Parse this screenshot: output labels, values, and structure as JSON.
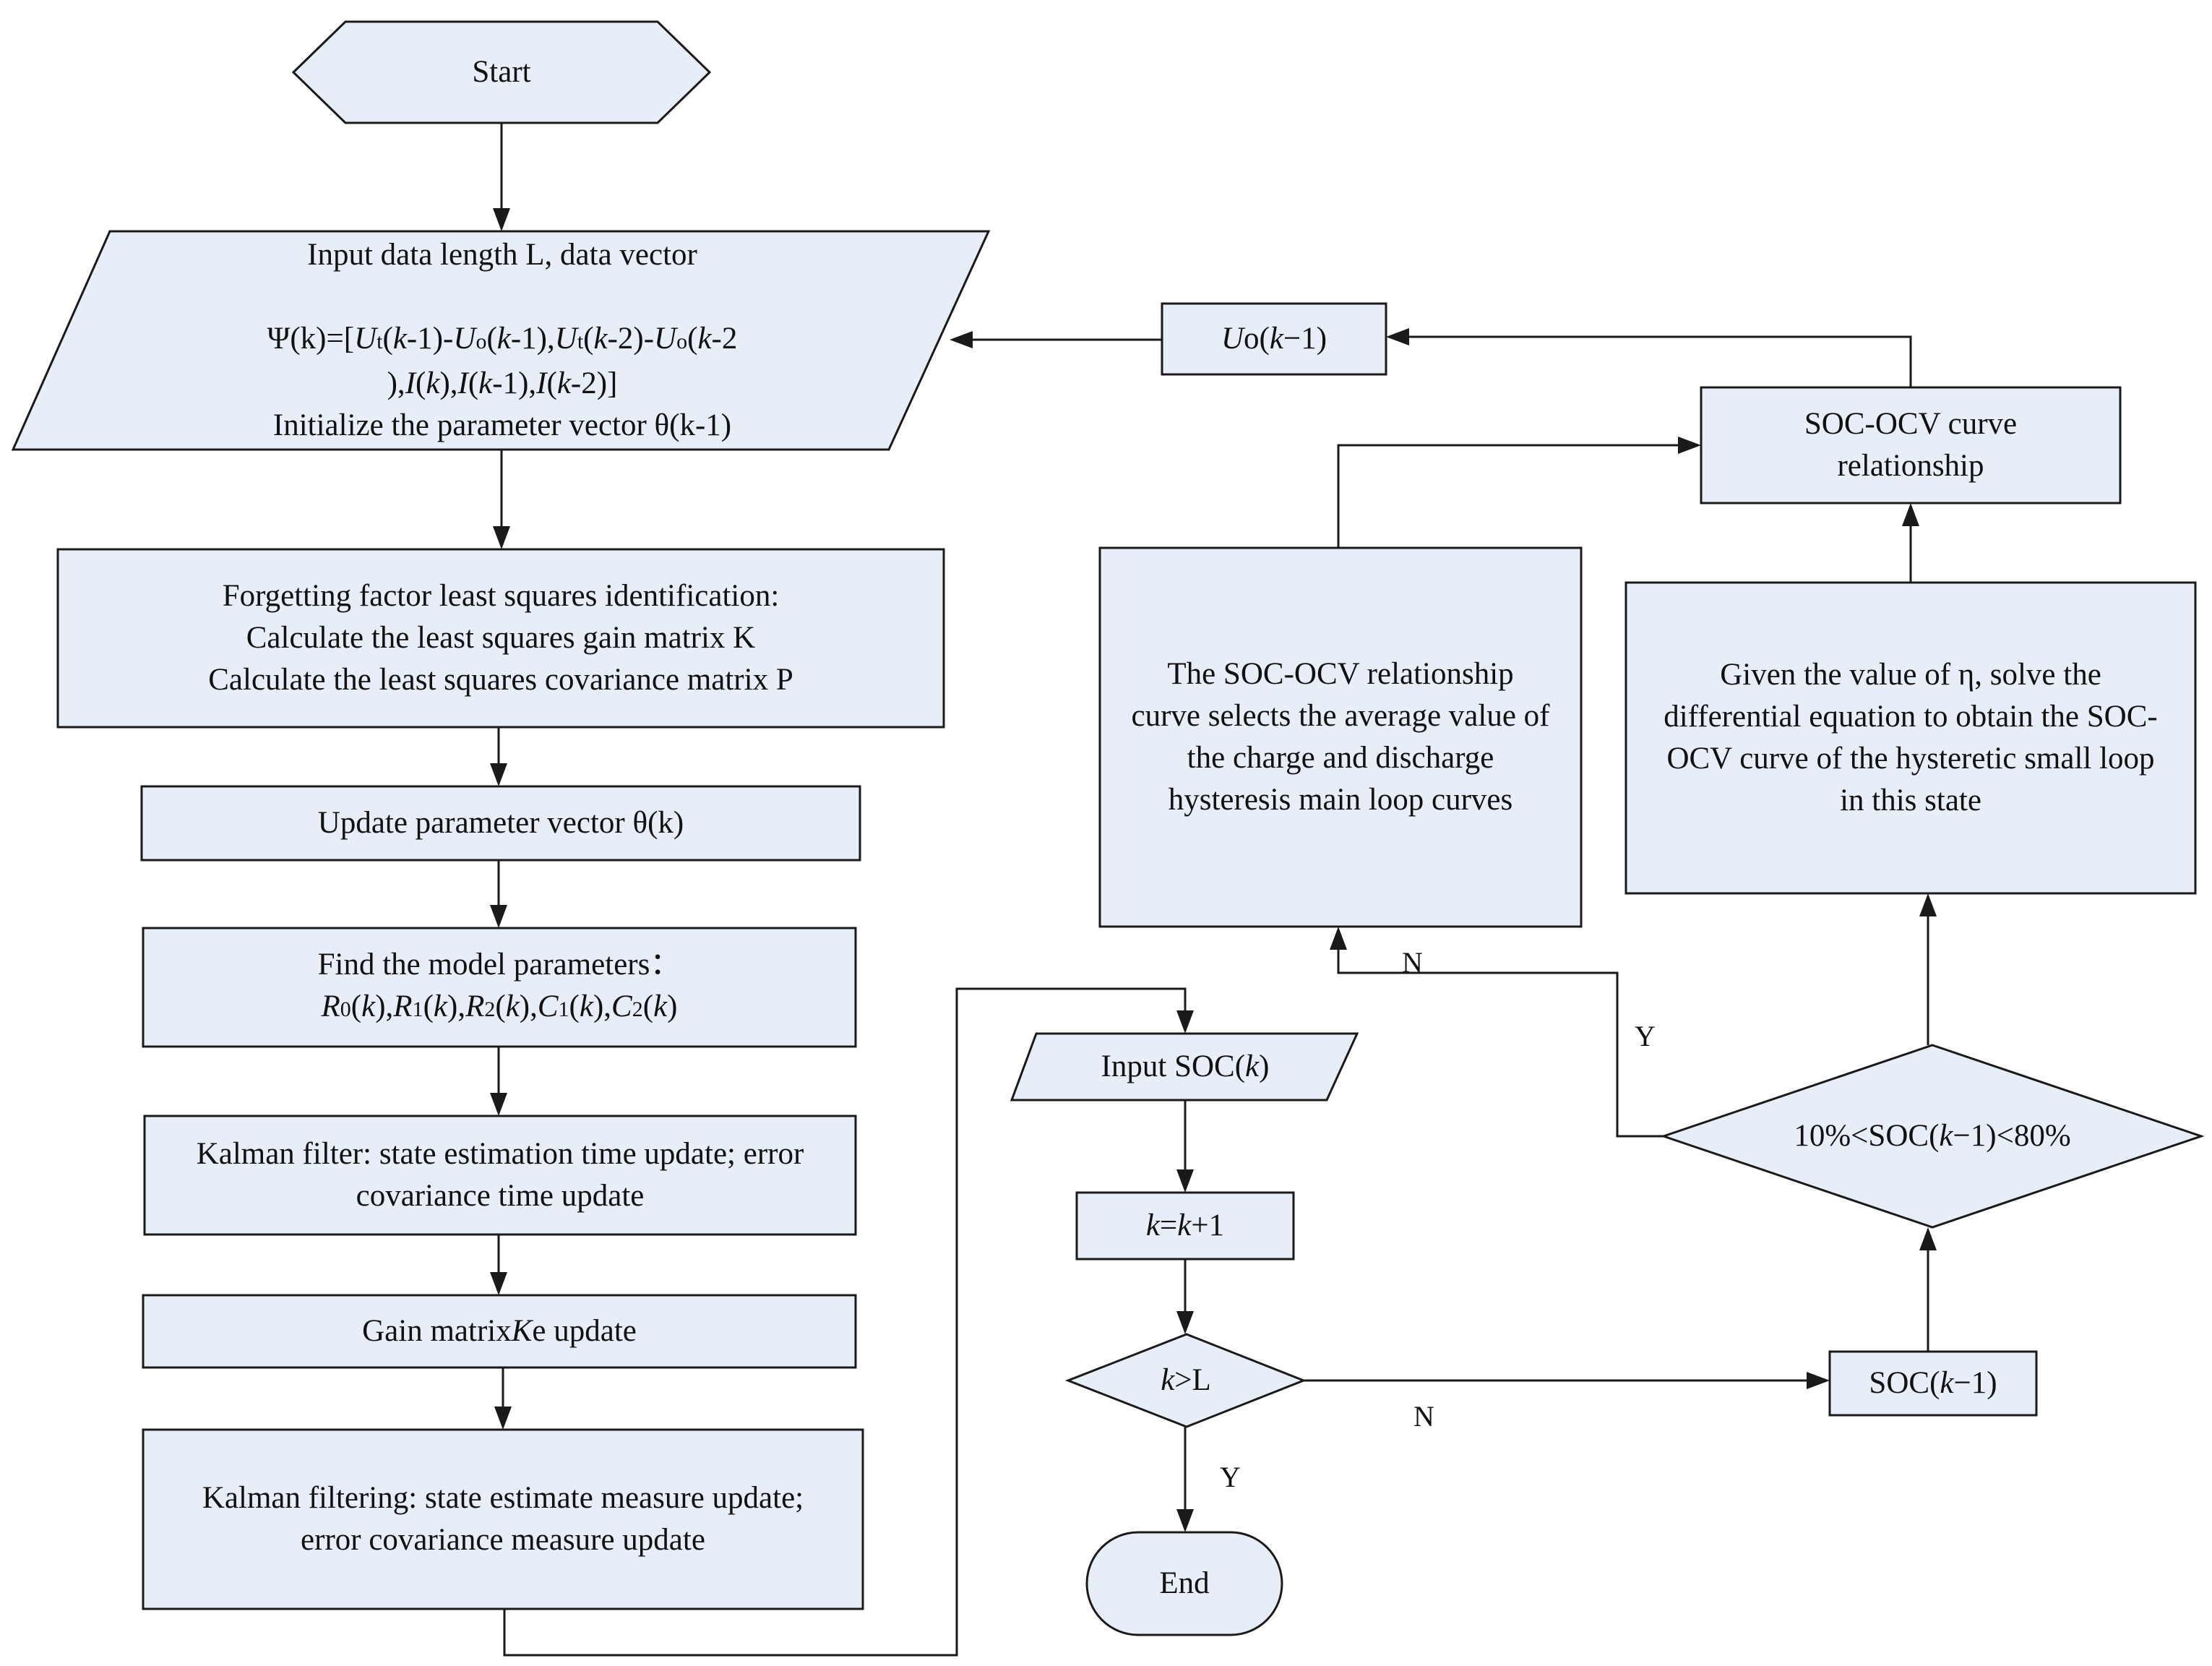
{
  "nodes": {
    "start": "Start",
    "input_data": "Input data length L, data vector",
    "psi_prefix": "Ψ(k)=[",
    "ut": "U",
    "ut_sub": "t",
    "k1": "k",
    "uo": "U",
    "uo_sub": "o",
    "input_line4": "Initialize the parameter vector θ(k-1)",
    "ffls": "Forgetting factor least squares identification:\nCalculate the least squares gain matrix K\nCalculate the least squares covariance matrix P",
    "update_theta": "Update parameter vector θ(k)",
    "find_params_title": "Find the model parameters：",
    "kalman_time": "Kalman filter: state estimation time update; error\ncovariance time update",
    "gain_prefix": "Gain matrix ",
    "gain_ke": "K",
    "gain_e": "e",
    "gain_suffix": " update",
    "kalman_measure": "Kalman filtering: state estimate measure update;\nerror covariance measure update",
    "uo_prev_symbol": "U",
    "uo_prev_rest": "o(",
    "soc_ocv_relationship": "SOC-OCV curve\nrelationship",
    "avg_curve": "The SOC-OCV relationship\ncurve selects the average value of\nthe charge and discharge\nhysteresis main loop curves",
    "eta_curve": "Given the value of η, solve the\ndifferential equation to obtain the SOC-\nOCV curve of the hysteretic small loop\nin this state",
    "input_soc_prefix": "Input SOC(",
    "kk1_eq": "=",
    "kk1_plus": "+1",
    "kgl_op": ">L",
    "end": "End",
    "soc_prev_prefix": "SOC(",
    "range_prefix": "10%<SOC(",
    "range_suffix": "−1)<80%"
  },
  "edge_labels": {
    "n_left": "N",
    "y_right": "Y",
    "n_bottom": "N",
    "y_bottom": "Y"
  }
}
